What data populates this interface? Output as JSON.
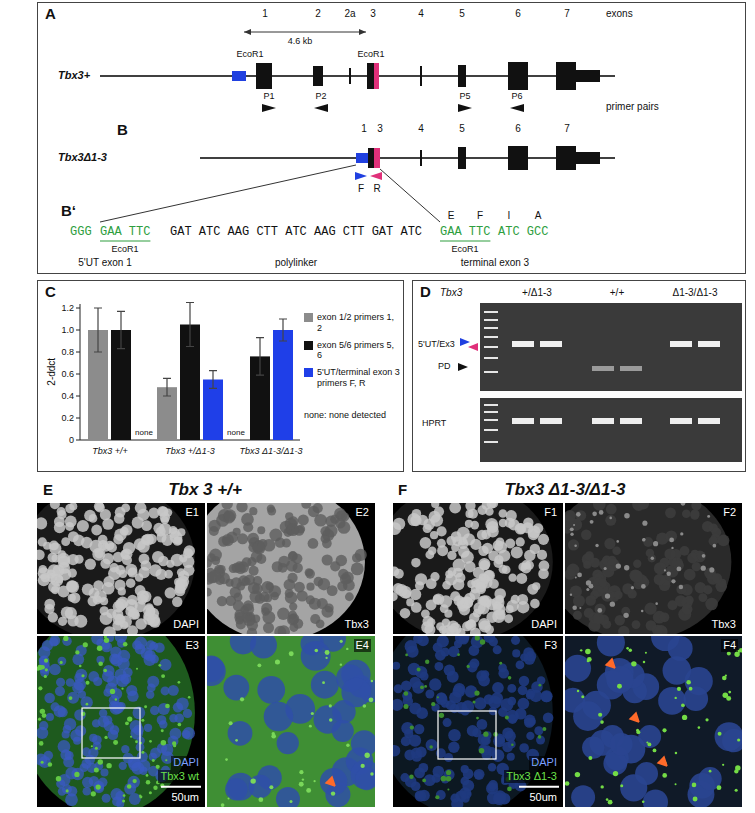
{
  "diagram": {
    "nodes": [
      {
        "text": [
          "A",
          "B",
          "B‘"
        ]
      },
      {
        "text": [
          "C"
        ]
      },
      {
        "text": [
          "D"
        ]
      },
      {
        "text": [
          "E1",
          "DAPI"
        ]
      },
      {
        "text": [
          "E2",
          "Tbx3"
        ]
      },
      {
        "text": [
          "E3",
          "DAPI",
          "Tbx3 wt",
          "50um"
        ]
      },
      {
        "text": [
          "E4"
        ]
      },
      {
        "text": [
          "F1",
          "DAPI"
        ]
      },
      {
        "text": [
          "F2",
          "Tbx3"
        ]
      },
      {
        "text": [
          "F3",
          "DAPI",
          "Tbx3 Δ1-3",
          "50um"
        ]
      },
      {
        "text": [
          "F4"
        ]
      }
    ],
    "labels": [
      "1",
      "2",
      "2a",
      "3",
      "4",
      "5",
      "6",
      "7",
      "exons",
      "4.6 kb",
      "EcoR1",
      "EcoR1",
      "Tbx3+",
      "P1",
      "P2",
      "P5",
      "P6",
      "primer pairs",
      "Tbx3Δ1-3",
      "1",
      "3",
      "4",
      "5",
      "6",
      "7",
      "F",
      "R",
      "E",
      "F",
      "I",
      "A",
      "GGG",
      "GAA TTC",
      "GAT ATC AAG CTT ATC AAG CTT GAT ATC",
      "GAA TTC",
      "ATC GCC",
      "EcoR1",
      "EcoR1",
      "5'UT exon 1",
      "polylinker",
      "terminal exon 3",
      "2-ddct",
      "1.2",
      "1.0",
      "0.8",
      "0.6",
      "0.4",
      "0.2",
      "0",
      "none",
      "Tbx3 +/+",
      "Tbx3 +/Δ1-3",
      "none",
      "Tbx3 Δ1-3/Δ1-3",
      "none: none detected",
      "Tbx3",
      "+/Δ1-3",
      "+/+",
      "Δ1-3/Δ1-3",
      "5'UT/Ex3",
      "PD",
      "HPRT",
      "E",
      "Tbx 3 +/+",
      "F",
      "Tbx3 Δ1-3/Δ1-3"
    ],
    "legend": [
      {
        "text": "exon 1/2 primers 1, 2",
        "color": "#8c8c8c"
      },
      {
        "text": "exon 5/6 primers 5, 6",
        "color": "#111111"
      },
      {
        "text": "5'UT/terminal exon 3 primers F, R",
        "color": "#1f3fe8"
      }
    ]
  }
}
